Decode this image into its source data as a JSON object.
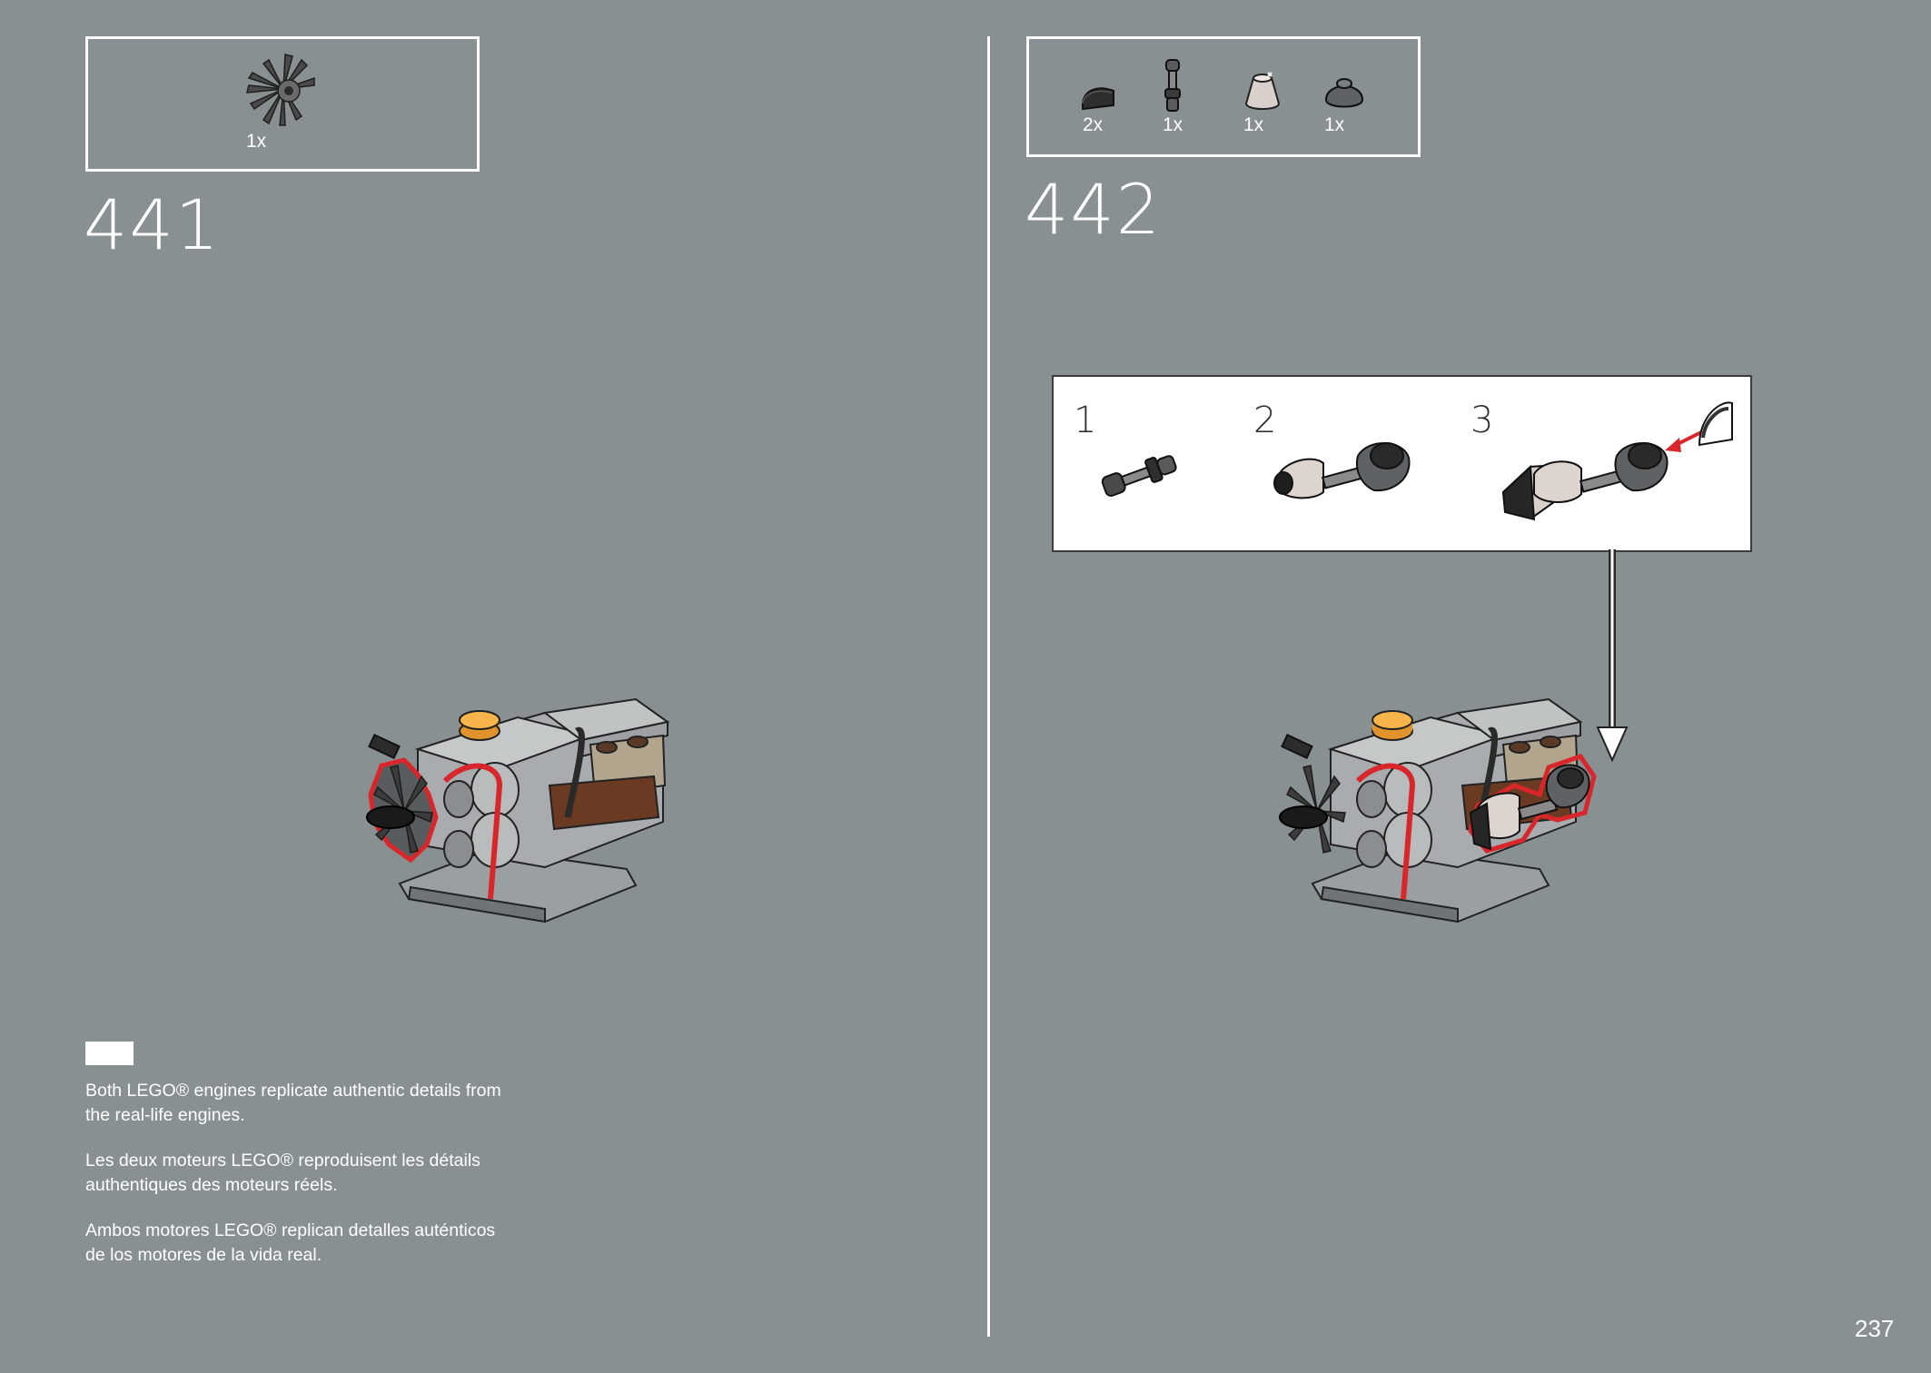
{
  "pages": {
    "left": {
      "parts_box": {
        "parts": [
          {
            "name": "propeller-blade-ring",
            "qty": "1x"
          }
        ]
      },
      "step_number": "441",
      "notes": [
        "Both LEGO® engines replicate authentic details from the real-life engines.",
        "Les deux moteurs LEGO® reproduisent les détails authentiques des moteurs réels.",
        "Ambos motores LEGO® replican detalles auténticos de los motores de la vida real."
      ]
    },
    "right": {
      "parts_box": {
        "parts": [
          {
            "name": "black-slope-curved",
            "qty": "2x"
          },
          {
            "name": "axle-pin-connector",
            "qty": "1x"
          },
          {
            "name": "light-bluish-cone",
            "qty": "1x"
          },
          {
            "name": "dark-grey-dome",
            "qty": "1x"
          }
        ]
      },
      "step_number": "442",
      "substeps": [
        {
          "label": "1"
        },
        {
          "label": "2"
        },
        {
          "label": "3"
        }
      ],
      "page_number": "237"
    }
  },
  "colors": {
    "background": "#889092",
    "highlight": "#d8262b",
    "white": "#ffffff"
  }
}
